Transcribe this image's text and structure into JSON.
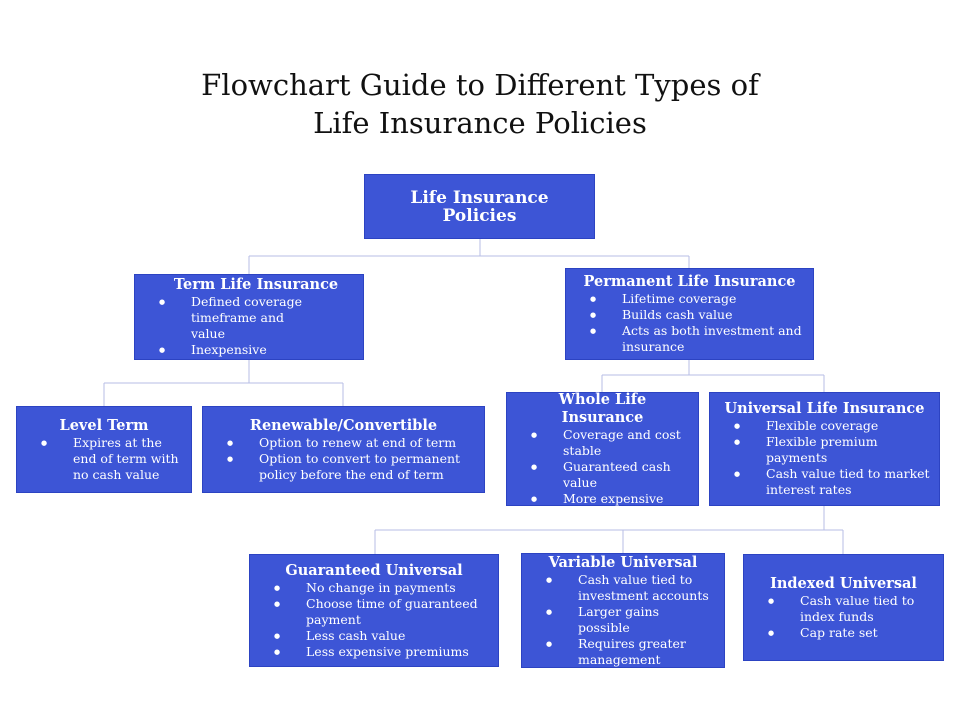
{
  "title": {
    "line1": "Flowchart Guide to Different Types of",
    "line2": "Life Insurance Policies"
  },
  "colors": {
    "box": "#3d55d6",
    "connector": "#b7bde6",
    "text": "#ffffff"
  },
  "nodes": {
    "root": {
      "label": "Life Insurance Policies"
    },
    "term": {
      "label": "Term Life Insurance",
      "bullets": [
        "Defined coverage timeframe and value",
        "Inexpensive"
      ]
    },
    "permanent": {
      "label": "Permanent Life Insurance",
      "bullets": [
        "Lifetime coverage",
        "Builds cash value",
        "Acts as both investment and insurance"
      ]
    },
    "level": {
      "label": "Level Term",
      "bullets": [
        "Expires at the end of term with no cash value"
      ]
    },
    "renewable": {
      "label": "Renewable/Convertible",
      "bullets": [
        "Option to renew at end of term",
        "Option to convert to permanent policy before the end of term"
      ]
    },
    "whole": {
      "label": "Whole Life Insurance",
      "bullets": [
        "Coverage and cost stable",
        "Guaranteed cash value",
        "More expensive"
      ]
    },
    "universal": {
      "label": "Universal Life Insurance",
      "bullets": [
        "Flexible coverage",
        "Flexible premium payments",
        "Cash value tied to market interest rates"
      ]
    },
    "guaranteed": {
      "label": "Guaranteed Universal",
      "bullets": [
        "No change in payments",
        "Choose time of guaranteed payment",
        "Less cash value",
        "Less expensive premiums"
      ]
    },
    "variable": {
      "label": "Variable Universal",
      "bullets": [
        "Cash value tied to investment accounts",
        "Larger gains possible",
        "Requires  greater management"
      ]
    },
    "indexed": {
      "label": "Indexed Universal",
      "bullets": [
        "Cash value tied to index funds",
        "Cap rate set"
      ]
    }
  }
}
